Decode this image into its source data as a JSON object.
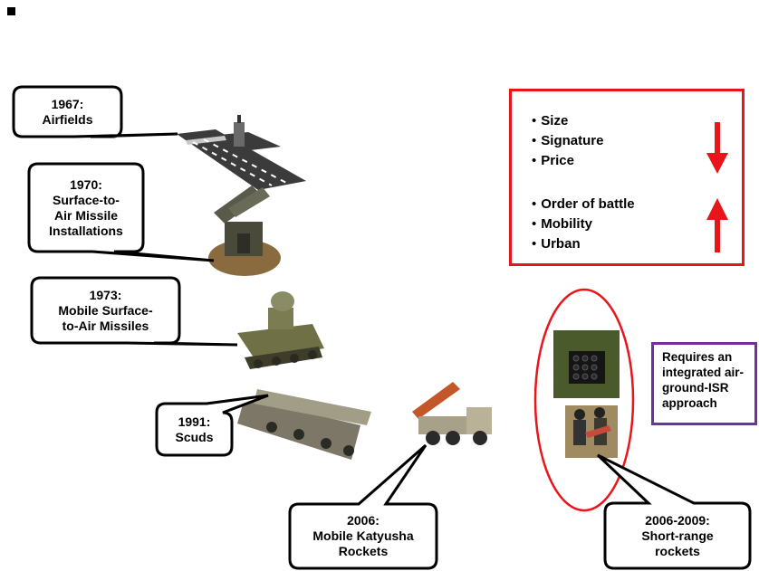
{
  "callouts": [
    {
      "id": "airfields",
      "text": "1967:\nAirfields"
    },
    {
      "id": "sam-installations",
      "text": "1970:\nSurface-to-\nAir Missile\nInstallations"
    },
    {
      "id": "mobile-sam",
      "text": "1973:\nMobile Surface-\nto-Air Missiles"
    },
    {
      "id": "scuds",
      "text": "1991:\nScuds"
    },
    {
      "id": "katyusha",
      "text": "2006:\nMobile Katyusha\nRockets"
    },
    {
      "id": "short-range",
      "text": "2006-2009:\nShort-range\nrockets"
    }
  ],
  "trend_box": {
    "decreasing": [
      "Size",
      "Signature",
      "Price"
    ],
    "increasing": [
      "Order of battle",
      "Mobility",
      "Urban"
    ],
    "down_arrow_color": "#e8151b",
    "up_arrow_color": "#e8151b"
  },
  "approach_box": {
    "text": "Requires an\nintegrated air-\nground-ISR\napproach",
    "border_color": "#7030a0"
  },
  "highlight_ellipse_color": "#e8151b"
}
